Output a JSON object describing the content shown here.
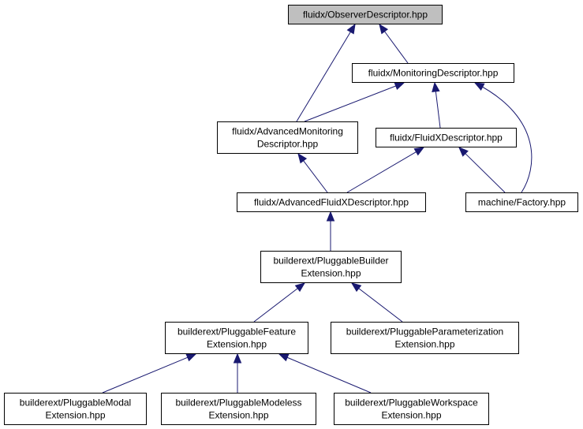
{
  "colors": {
    "edge": "#191970",
    "node_border": "#000000",
    "node_fill": "#ffffff",
    "root_fill": "#bfbfbf",
    "background": "#ffffff"
  },
  "nodes": [
    {
      "id": "observer",
      "lines": [
        "fluidx/ObserverDescriptor.hpp"
      ],
      "root": true
    },
    {
      "id": "monitoring",
      "lines": [
        "fluidx/MonitoringDescriptor.hpp"
      ]
    },
    {
      "id": "advmonitoring",
      "lines": [
        "fluidx/AdvancedMonitoring",
        "Descriptor.hpp"
      ]
    },
    {
      "id": "fluidx",
      "lines": [
        "fluidx/FluidXDescriptor.hpp"
      ]
    },
    {
      "id": "advfluidx",
      "lines": [
        "fluidx/AdvancedFluidXDescriptor.hpp"
      ]
    },
    {
      "id": "factory",
      "lines": [
        "machine/Factory.hpp"
      ]
    },
    {
      "id": "builder",
      "lines": [
        "builderext/PluggableBuilder",
        "Extension.hpp"
      ]
    },
    {
      "id": "feature",
      "lines": [
        "builderext/PluggableFeature",
        "Extension.hpp"
      ]
    },
    {
      "id": "param",
      "lines": [
        "builderext/PluggableParameterization",
        "Extension.hpp"
      ]
    },
    {
      "id": "modal",
      "lines": [
        "builderext/PluggableModal",
        "Extension.hpp"
      ]
    },
    {
      "id": "modeless",
      "lines": [
        "builderext/PluggableModeless",
        "Extension.hpp"
      ]
    },
    {
      "id": "workspace",
      "lines": [
        "builderext/PluggableWorkspace",
        "Extension.hpp"
      ]
    }
  ],
  "edges": [
    {
      "from": "monitoring",
      "to": "observer"
    },
    {
      "from": "advmonitoring",
      "to": "observer"
    },
    {
      "from": "advmonitoring",
      "to": "monitoring"
    },
    {
      "from": "fluidx",
      "to": "monitoring"
    },
    {
      "from": "factory",
      "to": "monitoring"
    },
    {
      "from": "advfluidx",
      "to": "advmonitoring"
    },
    {
      "from": "advfluidx",
      "to": "fluidx"
    },
    {
      "from": "factory",
      "to": "fluidx"
    },
    {
      "from": "builder",
      "to": "advfluidx"
    },
    {
      "from": "feature",
      "to": "builder"
    },
    {
      "from": "param",
      "to": "builder"
    },
    {
      "from": "modal",
      "to": "feature"
    },
    {
      "from": "modeless",
      "to": "feature"
    },
    {
      "from": "workspace",
      "to": "feature"
    }
  ]
}
